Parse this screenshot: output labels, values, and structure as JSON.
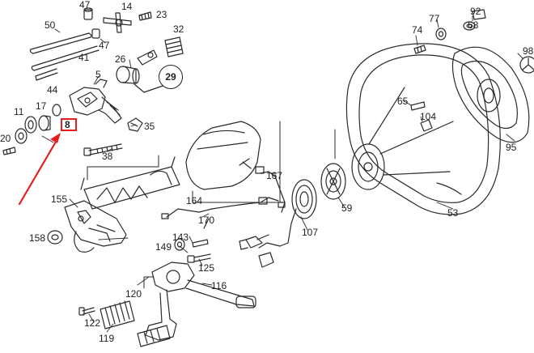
{
  "diagram": {
    "highlight_color": "#e51d1d",
    "line_color": "#2a2a2a",
    "part_labels": {
      "p47a": "47",
      "p14": "14",
      "p23": "23",
      "p50": "50",
      "p32": "32",
      "p47b": "47",
      "p41": "41",
      "p26": "26",
      "p29": "29",
      "p5": "5",
      "p44": "44",
      "p11": "11",
      "p17": "17",
      "p8": "8",
      "p35": "35",
      "p20": "20",
      "p38": "38",
      "p155": "155",
      "p158": "158",
      "p164": "164",
      "p167": "167",
      "p170": "170",
      "p143": "143",
      "p149": "149",
      "p125": "125",
      "p107": "107",
      "p59": "59",
      "p53": "53",
      "p120": "120",
      "p116": "116",
      "p122": "122",
      "p119": "119",
      "p74": "74",
      "p77": "77",
      "p92": "92",
      "p68": "68",
      "p65": "65",
      "p104": "104",
      "p95": "95",
      "p98": "98"
    }
  }
}
